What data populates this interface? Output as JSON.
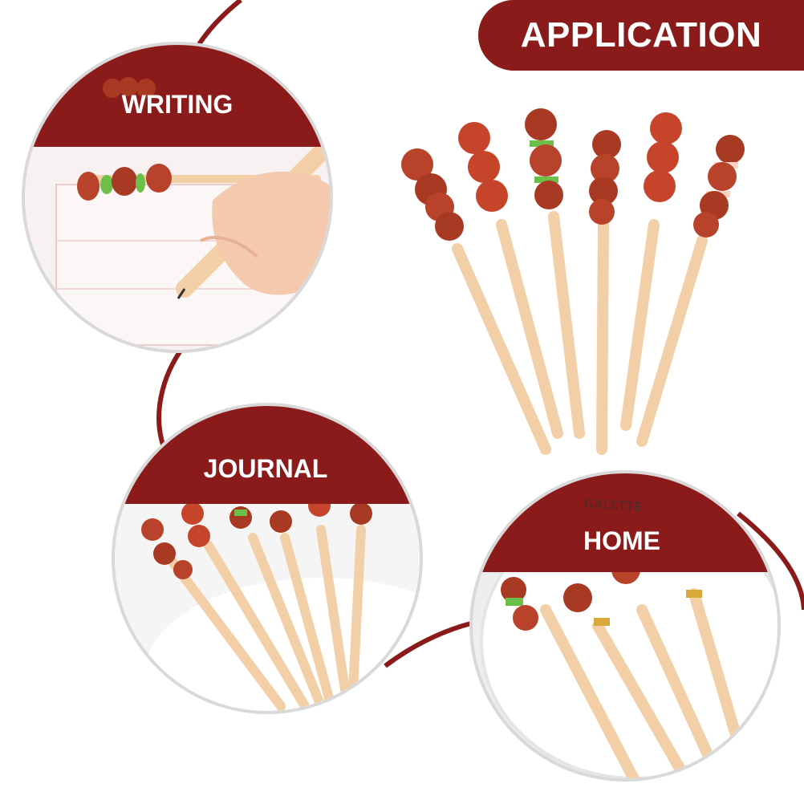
{
  "header": {
    "title": "APPLICATION"
  },
  "panels": {
    "writing": {
      "label": "WRITING"
    },
    "journal": {
      "label": "JOURNAL"
    },
    "home": {
      "label": "HOME"
    }
  },
  "plate": {
    "text": "GALETTE"
  },
  "colors": {
    "accent": "#8b1a1a",
    "pen_body": "#f3cfa7",
    "meat": "#b8432a",
    "meat_dark": "#7e2a1c",
    "onion": "#6cc04a",
    "background": "#ffffff"
  }
}
